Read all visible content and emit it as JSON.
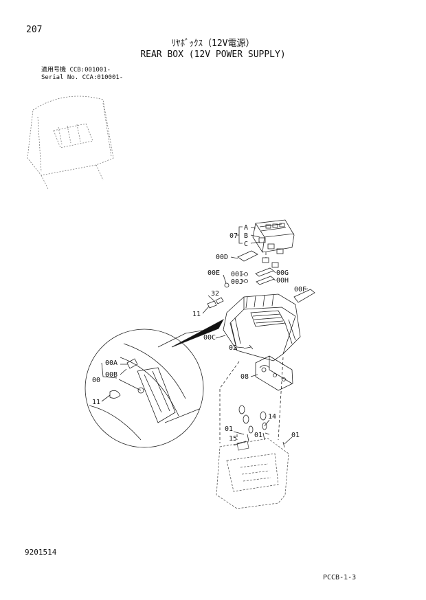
{
  "page_number": "207",
  "title_jp": "ﾘﾔﾎﾞｯｸｽ（12V電源）",
  "title_en": "REAR BOX (12V POWER SUPPLY)",
  "serial": {
    "line1_label": "適用号機",
    "line1_value": "CCB:001001-",
    "line2_label": "Serial No.",
    "line2_value": "CCA:010001-"
  },
  "callouts": {
    "c07": "07",
    "cA": "A",
    "cB": "B",
    "cC": "C",
    "c00D": "00D",
    "c00E": "00E",
    "c00I": "00I",
    "c00J": "00J",
    "c00G": "00G",
    "c00H": "00H",
    "c00F": "00F",
    "c32": "32",
    "c11": "11",
    "c00C": "00C",
    "c02": "02",
    "c08": "08",
    "c00A": "00A",
    "c00B": "00B",
    "c00": "00",
    "c11_detail": "11",
    "c14": "14",
    "c01a": "01",
    "c15": "15",
    "c01b": "01",
    "c01c": "01"
  },
  "document_number": "9201514",
  "page_code": "PCCB-1-3"
}
